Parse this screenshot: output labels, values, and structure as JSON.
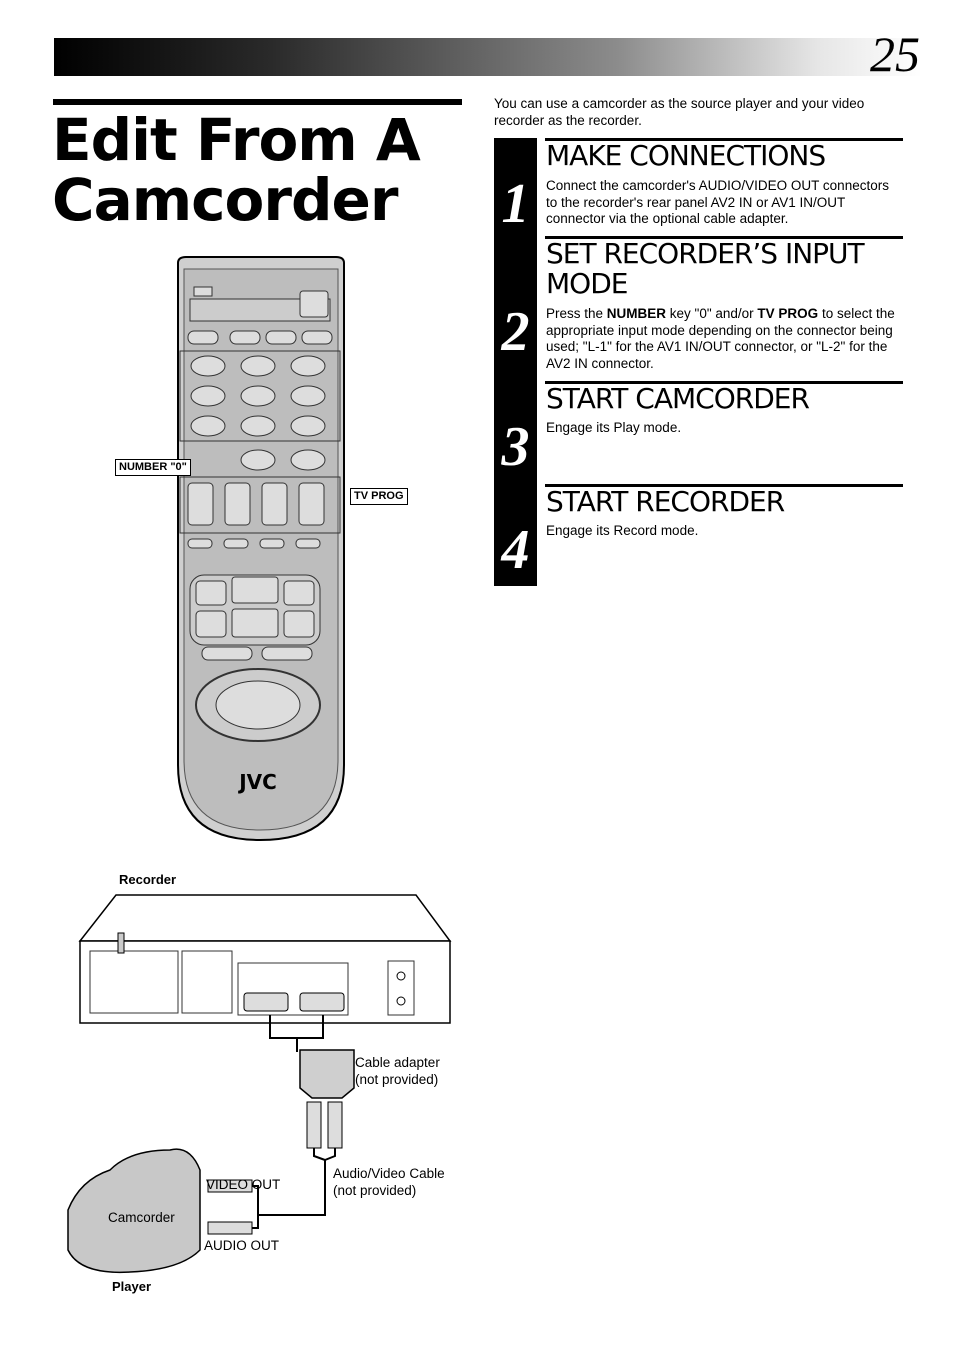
{
  "header": {
    "page_number": "25"
  },
  "page_title": "Edit From A Camcorder",
  "intro": "You can use a camcorder as the source player and your video recorder as the recorder.",
  "steps": [
    {
      "number": "1",
      "title": "MAKE CONNECTIONS",
      "text": "Connect the camcorder's AUDIO/VIDEO OUT connectors to the recorder's rear panel AV2 IN or AV1 IN/OUT connector via the optional cable adapter."
    },
    {
      "number": "2",
      "title": "SET RECORDER’S INPUT MODE",
      "text_pre": "Press the ",
      "key1": "NUMBER",
      "text_mid": " key \"0\" and/or ",
      "key2": "TV PROG",
      "text_post": " to select the appropriate input mode depending on the connector being used; \"L-1\" for the AV1 IN/OUT connector, or \"L-2\" for the AV2 IN connector."
    },
    {
      "number": "3",
      "title": "START CAMCORDER",
      "text": "Engage its Play mode."
    },
    {
      "number": "4",
      "title": "START RECORDER",
      "text": "Engage its Record mode."
    }
  ],
  "remote": {
    "brand": "JVC",
    "callout_number": "NUMBER \"0\"",
    "callout_tvprog": "TV PROG"
  },
  "diagram": {
    "recorder_label": "Recorder",
    "cable_adapter_label": "Cable adapter (not provided)",
    "av_cable_label": "Audio/Video Cable (not provided)",
    "video_out_label": "VIDEO OUT",
    "audio_out_label": "AUDIO OUT",
    "camcorder_label": "Camcorder",
    "player_label": "Player"
  }
}
